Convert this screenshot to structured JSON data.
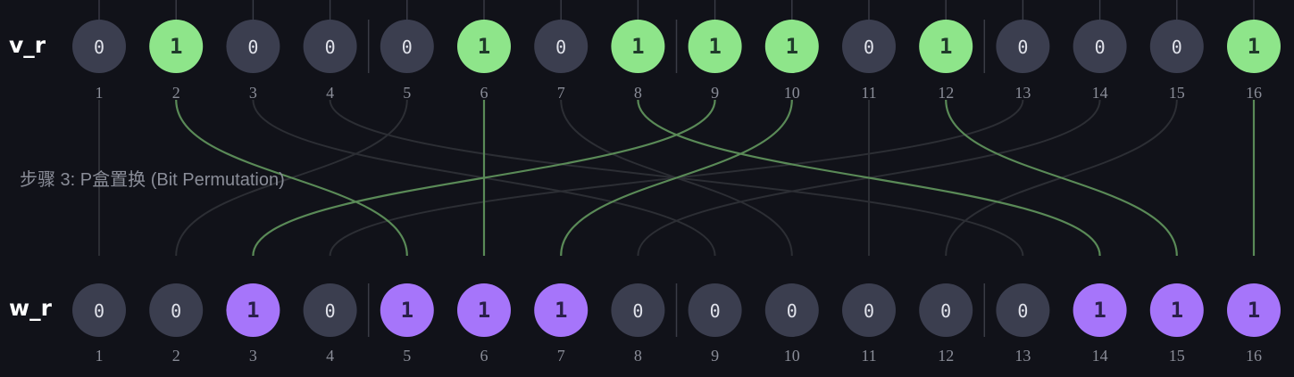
{
  "diagram": {
    "step_title": "步骤 3: P盒置换 (Bit Permutation)",
    "top_row": {
      "label": "v_r",
      "bits": [
        0,
        1,
        0,
        0,
        0,
        1,
        0,
        1,
        1,
        1,
        0,
        1,
        0,
        0,
        0,
        1
      ]
    },
    "bottom_row": {
      "label": "w_r",
      "bits": [
        0,
        0,
        1,
        0,
        1,
        1,
        1,
        0,
        0,
        0,
        0,
        0,
        0,
        1,
        1,
        1
      ]
    },
    "position_labels": [
      "1",
      "2",
      "3",
      "4",
      "5",
      "6",
      "7",
      "8",
      "9",
      "10",
      "11",
      "12",
      "13",
      "14",
      "15",
      "16"
    ],
    "permutation": [
      1,
      5,
      9,
      13,
      2,
      6,
      10,
      14,
      3,
      7,
      11,
      15,
      4,
      8,
      12,
      16
    ],
    "colors": {
      "background": "#111219",
      "zero_bit": "#3b3e4f",
      "top_one_bit": "#8ee58a",
      "bottom_one_bit": "#a675fa",
      "one_bit_text": "#1f3a2a",
      "bottom_one_text": "#2a1f4a",
      "zero_text": "#e0e2ea",
      "active_wire": "#5a8a57",
      "inactive_wire": "#2c2e34",
      "group_divider": "#3a3c46",
      "index_label": "#8a8d98"
    }
  }
}
